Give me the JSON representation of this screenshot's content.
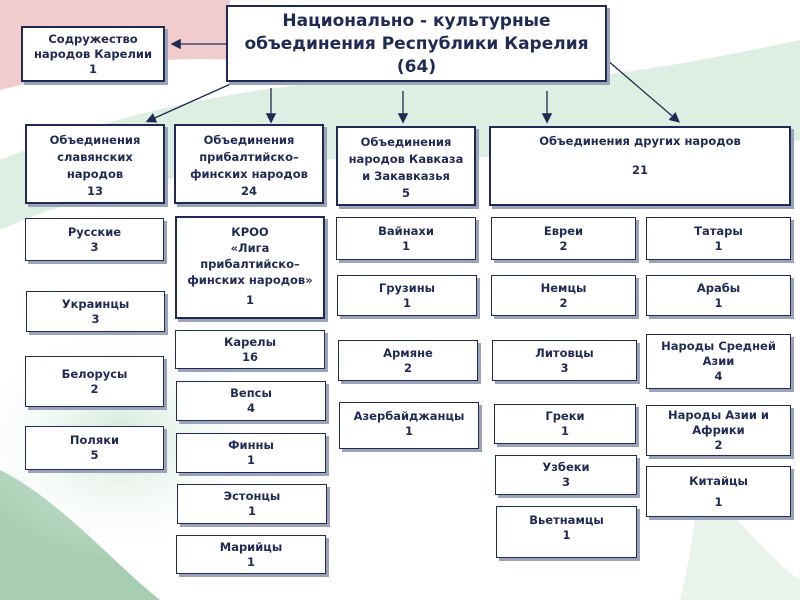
{
  "title": {
    "line1": "Национально - культурные",
    "line2": "объединения Республики Карелия",
    "count": "(64)"
  },
  "sodruzhestvo": {
    "line1": "Содружество",
    "line2": "народов Карелии",
    "count": "1"
  },
  "groups": [
    {
      "lines": [
        "Объединения",
        "славянских",
        "народов"
      ],
      "count": "13"
    },
    {
      "lines": [
        "Объединения",
        "прибалтийско–",
        "финских народов"
      ],
      "count": "24"
    },
    {
      "lines": [
        "Объединения",
        "народов Кавказа",
        "и Закавказья"
      ],
      "count": "5"
    },
    {
      "lines": [
        "Объединения других народов"
      ],
      "count": "21"
    }
  ],
  "slavic": [
    {
      "label": "Русские",
      "count": "3"
    },
    {
      "label": "Украинцы",
      "count": "3"
    },
    {
      "label": "Белорусы",
      "count": "2"
    },
    {
      "label": "Поляки",
      "count": "5"
    }
  ],
  "finno": {
    "kroo": {
      "line1": "КРОО",
      "line2": "«Лига",
      "line3": "прибалтийско–",
      "line4": "финских народов»",
      "count": "1"
    },
    "items": [
      {
        "label": "Карелы",
        "count": "16"
      },
      {
        "label": "Вепсы",
        "count": "4"
      },
      {
        "label": "Финны",
        "count": "1"
      },
      {
        "label": "Эстонцы",
        "count": "1"
      },
      {
        "label": "Марийцы",
        "count": "1"
      }
    ]
  },
  "caucasus": [
    {
      "label": "Вайнахи",
      "count": "1"
    },
    {
      "label": "Грузины",
      "count": "1"
    },
    {
      "label": "Армяне",
      "count": "2"
    },
    {
      "label": "Азербайджанцы",
      "count": "1"
    }
  ],
  "others_left": [
    {
      "label": "Евреи",
      "count": "2"
    },
    {
      "label": "Немцы",
      "count": "2"
    },
    {
      "label": "Литовцы",
      "count": "3"
    },
    {
      "label": "Греки",
      "count": "1"
    },
    {
      "label": "Узбеки",
      "count": "3"
    },
    {
      "label": "Вьетнамцы",
      "count": "1"
    }
  ],
  "others_right": [
    {
      "label": "Татары",
      "count": "1"
    },
    {
      "label": "Арабы",
      "count": "1"
    },
    {
      "label": "Народы Средней Азии",
      "count": "4"
    },
    {
      "label": "Народы Азии и Африки",
      "count": "2"
    },
    {
      "label": "Китайцы",
      "count": "1"
    }
  ]
}
